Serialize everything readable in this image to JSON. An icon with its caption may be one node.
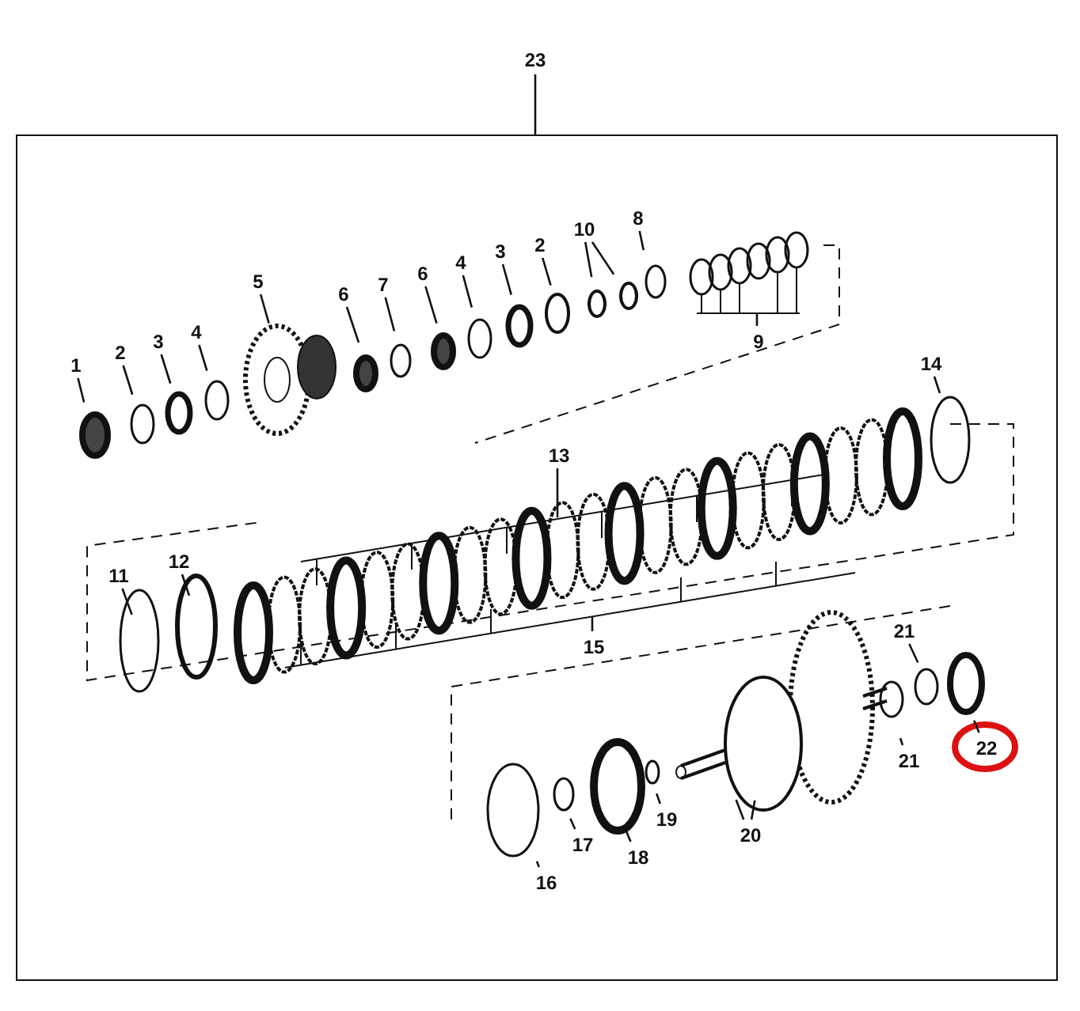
{
  "diagram": {
    "nodes": [
      {
        "text": [
          "23"
        ]
      },
      {
        "text": [],
        "shape": "box"
      },
      {
        "text": [
          "1"
        ],
        "in": 1
      },
      {
        "text": [
          "2"
        ],
        "in": 1
      },
      {
        "text": [
          "3"
        ],
        "in": 1
      },
      {
        "text": [
          "4"
        ],
        "in": 1
      },
      {
        "text": [
          "5"
        ],
        "in": 1
      },
      {
        "text": [
          "6"
        ],
        "in": 1
      },
      {
        "text": [
          "7"
        ],
        "in": 1
      },
      {
        "text": [
          "6"
        ],
        "in": 1
      },
      {
        "text": [
          "4"
        ],
        "in": 1
      },
      {
        "text": [
          "3"
        ],
        "in": 1
      },
      {
        "text": [
          "2"
        ],
        "in": 1
      },
      {
        "text": [
          "10"
        ],
        "in": 1
      },
      {
        "text": [
          "8"
        ],
        "in": 1
      },
      {
        "text": [
          "9"
        ],
        "in": 1
      },
      {
        "text": [
          "14"
        ],
        "in": 1
      },
      {
        "text": [
          "13"
        ],
        "in": 1
      },
      {
        "text": [
          "11"
        ],
        "in": 1
      },
      {
        "text": [
          "12"
        ],
        "in": 1
      },
      {
        "text": [
          "15"
        ],
        "in": 1
      },
      {
        "text": [
          "21"
        ],
        "in": 1
      },
      {
        "text": [
          "22"
        ],
        "in": 1
      },
      {
        "text": [
          "21"
        ],
        "in": 1
      },
      {
        "text": [
          "20"
        ],
        "in": 1
      },
      {
        "text": [
          "19"
        ],
        "in": 1
      },
      {
        "text": [
          "18"
        ],
        "in": 1
      },
      {
        "text": [
          "17"
        ],
        "in": 1
      },
      {
        "text": [
          "16"
        ],
        "in": 1
      }
    ],
    "edges": [
      {
        "from": 0,
        "to": 1,
        "arrow": "none"
      },
      {
        "from": 2,
        "to": null,
        "arrow": "none"
      },
      {
        "from": 3,
        "to": null,
        "arrow": "none"
      },
      {
        "from": 4,
        "to": null,
        "arrow": "none"
      },
      {
        "from": 5,
        "to": null,
        "arrow": "none"
      },
      {
        "from": 6,
        "to": null,
        "arrow": "none"
      },
      {
        "from": 7,
        "to": null,
        "arrow": "none"
      },
      {
        "from": 8,
        "to": null,
        "arrow": "none"
      },
      {
        "from": 9,
        "to": null,
        "arrow": "none"
      },
      {
        "from": 10,
        "to": null,
        "arrow": "none"
      },
      {
        "from": 11,
        "to": null,
        "arrow": "none"
      },
      {
        "from": 12,
        "to": null,
        "arrow": "none"
      },
      {
        "from": 13,
        "to": null,
        "arrow": "none"
      },
      {
        "from": 13,
        "to": null,
        "arrow": "none"
      },
      {
        "from": 14,
        "to": null,
        "arrow": "none"
      },
      {
        "from": 15,
        "to": null,
        "arrow": "none"
      },
      {
        "from": 16,
        "to": null,
        "arrow": "none"
      },
      {
        "from": 17,
        "to": null,
        "arrow": "none"
      },
      {
        "from": 18,
        "to": null,
        "arrow": "none"
      },
      {
        "from": 19,
        "to": null,
        "arrow": "none"
      },
      {
        "from": 20,
        "to": null,
        "arrow": "none"
      },
      {
        "from": 21,
        "to": null,
        "arrow": "none"
      },
      {
        "from": 22,
        "to": null,
        "arrow": "none"
      },
      {
        "from": 23,
        "to": null,
        "arrow": "none"
      },
      {
        "from": 24,
        "to": null,
        "arrow": "none"
      },
      {
        "from": 24,
        "to": null,
        "arrow": "none"
      },
      {
        "from": 25,
        "to": null,
        "arrow": "none"
      },
      {
        "from": 26,
        "to": null,
        "arrow": "none"
      },
      {
        "from": 27,
        "to": null,
        "arrow": "none"
      },
      {
        "from": 28,
        "to": null,
        "arrow": "none"
      }
    ]
  }
}
